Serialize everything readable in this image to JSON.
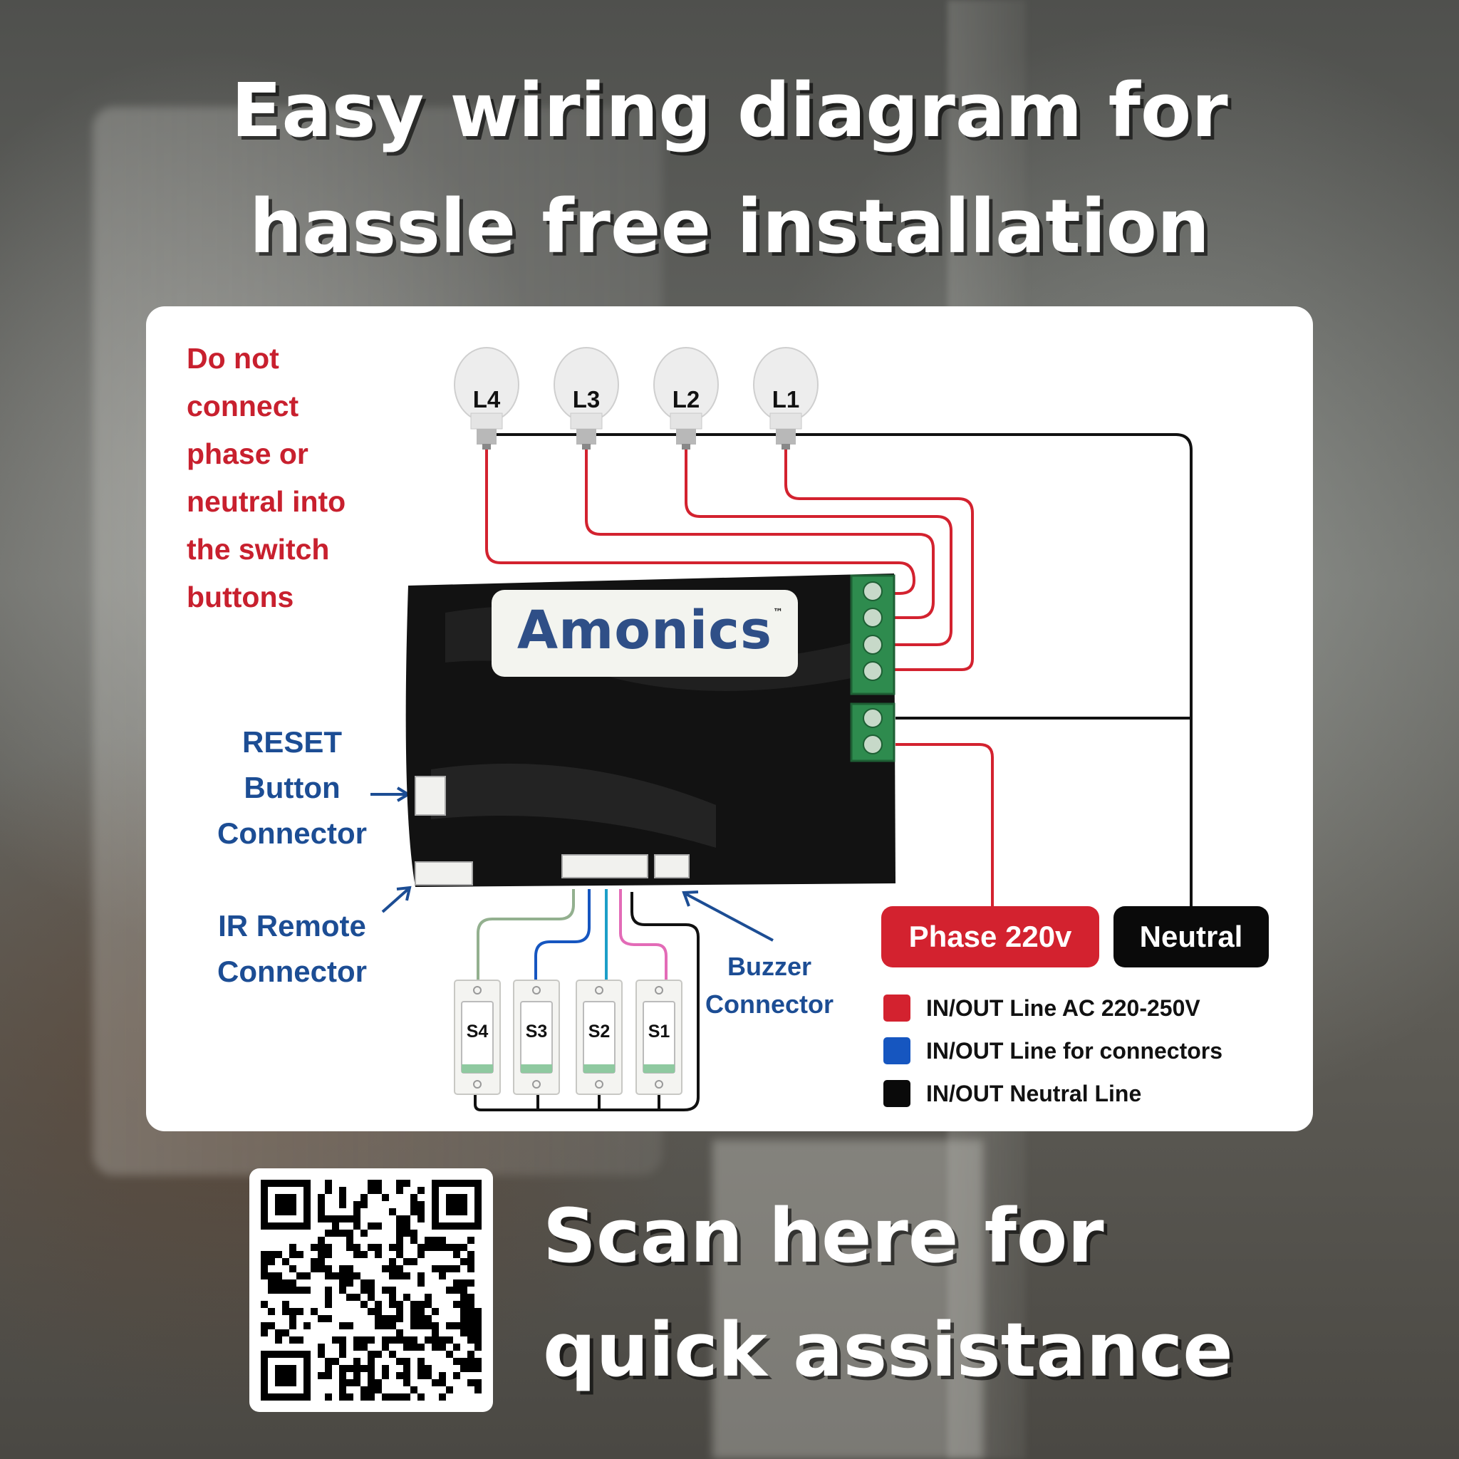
{
  "headline": {
    "line1": "Easy wiring diagram for",
    "line2": "hassle free installation"
  },
  "warning": {
    "lines": [
      "Do not",
      "connect",
      "phase or",
      "neutral into",
      "the switch",
      "buttons"
    ]
  },
  "bulbs": [
    "L4",
    "L3",
    "L2",
    "L1"
  ],
  "switches": [
    "S4",
    "S3",
    "S2",
    "S1"
  ],
  "module": {
    "brand": "Amonics",
    "trademark": "™"
  },
  "connectors": {
    "reset": [
      "RESET",
      "Button",
      "Connector"
    ],
    "ir_remote": [
      "IR Remote",
      "Connector"
    ],
    "buzzer": [
      "Buzzer",
      "Connector"
    ]
  },
  "badges": {
    "phase": "Phase 220v",
    "neutral": "Neutral"
  },
  "legend": [
    {
      "color": "#d3222f",
      "label": "IN/OUT Line AC 220-250V"
    },
    {
      "color": "#1656c0",
      "label": "IN/OUT Line for connectors"
    },
    {
      "color": "#0a0a0a",
      "label": "IN/OUT Neutral Line"
    }
  ],
  "footer": {
    "line1": "Scan here for",
    "line2": "quick assistance"
  },
  "colors": {
    "phase_red": "#c8202e",
    "connector_blue": "#1c4d94",
    "terminal_green": "#2e8b4e"
  }
}
